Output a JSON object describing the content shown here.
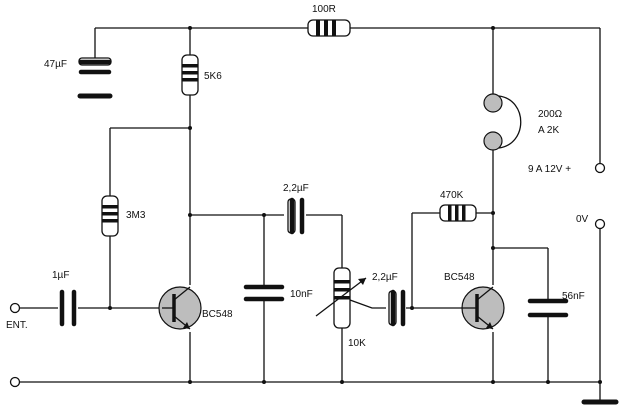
{
  "labels": {
    "r_100": "100R",
    "c_47u": "47µF",
    "r_5k6": "5K6",
    "speaker_imp_line1": "200Ω",
    "speaker_imp_line2": "A 2K",
    "supply": "9 A 12V +",
    "c_2u2_top": "2,2µF",
    "r_470k": "470K",
    "gnd": "0V",
    "r_3m3": "3M3",
    "c_1u": "1µF",
    "c_2u2_bottom": "2,2µF",
    "q1": "BC548",
    "c_10n": "10nF",
    "pot_10k": "10K",
    "q2": "BC548",
    "c_56n": "56nF",
    "input": "ENT."
  }
}
